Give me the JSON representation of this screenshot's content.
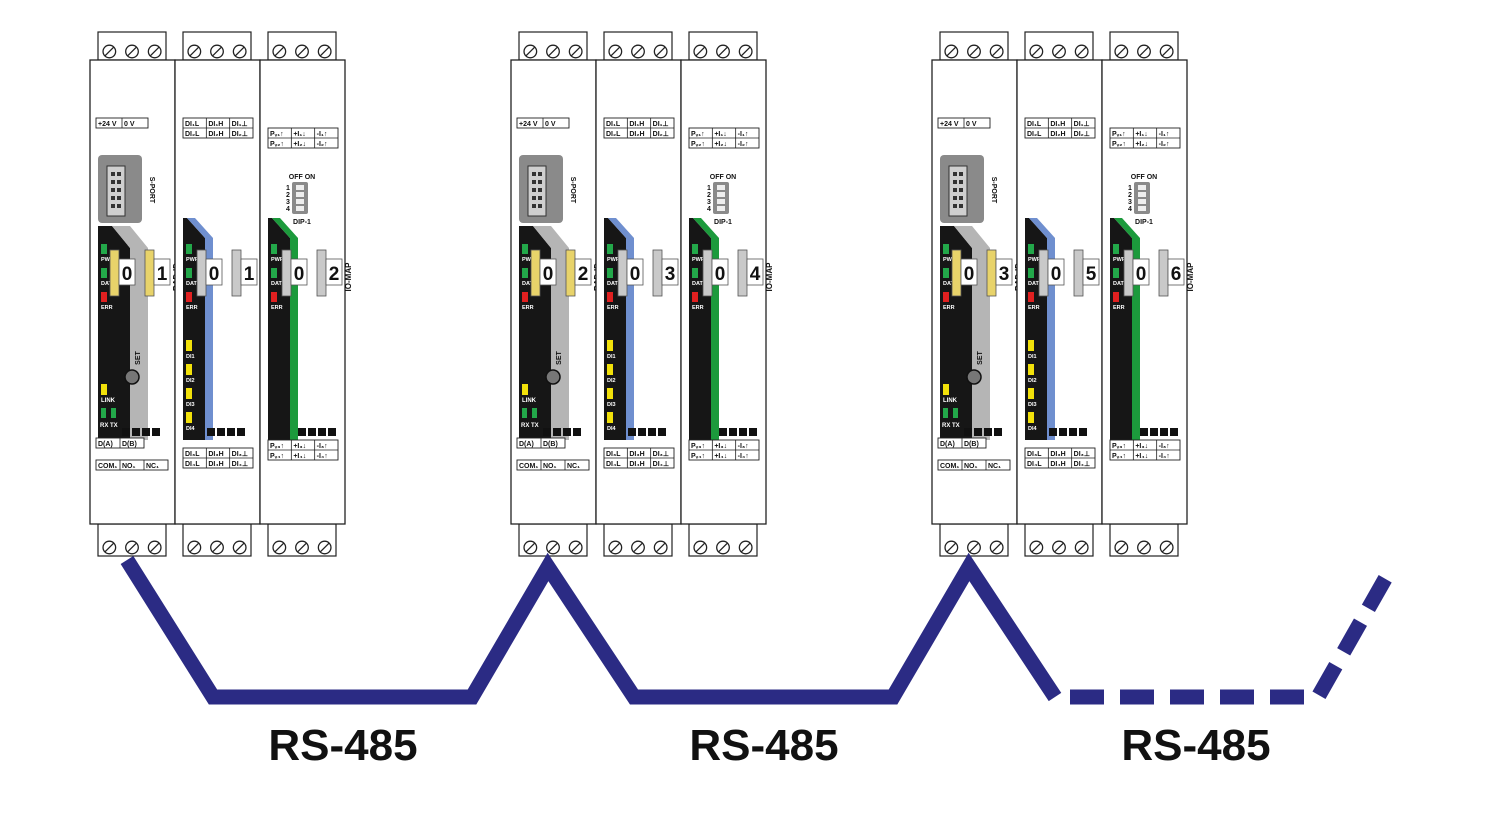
{
  "colors": {
    "cable": "#2b2b84",
    "blue_stripe": "#6f8fcf",
    "green_stripe": "#1c9a3c",
    "grey_stripe": "#b5b5b5",
    "panel": "#161616",
    "led_green": "#23a84a",
    "led_yellow": "#f2e10a",
    "led_red": "#e02020",
    "switch_yellow": "#e8d36a",
    "switch_grey": "#c9c9c9"
  },
  "cable_label": "RS-485",
  "stations": [
    {
      "power": {
        "top_row1": [
          "+24 V",
          "0 V"
        ],
        "port_label": "S-PORT",
        "leds": [
          "PWR",
          "DAT",
          "ERR"
        ],
        "rotary": [
          "0",
          "1"
        ],
        "rotary_label": "RAD-ID",
        "set_label": "SET",
        "link_label": "LINK",
        "rxtx_label": "RX TX",
        "bottom_row1": [
          "D(A)",
          "D(B)"
        ],
        "bottom_row2": [
          "COM₁",
          "NO₁",
          "NC₁"
        ]
      },
      "di": {
        "top_row1": [
          "DI₁L",
          "DI₁H",
          "DI₁⊥"
        ],
        "top_row2": [
          "DI₂L",
          "DI₂H",
          "DI₂⊥"
        ],
        "leds": [
          "PWR",
          "DAT",
          "ERR"
        ],
        "di_leds": [
          "DI1",
          "DI2",
          "DI3",
          "DI4"
        ],
        "rotary": [
          "0",
          "1"
        ],
        "rotary_label": "IO-MAP",
        "bottom_row1": [
          "DI₃L",
          "DI₃H",
          "DI₃⊥"
        ],
        "bottom_row2": [
          "DI₄L",
          "DI₄H",
          "DI₄⊥"
        ]
      },
      "ao": {
        "top_row1": [
          "Pᵥ₁↑",
          "+I₁↓",
          "-I₁↑"
        ],
        "top_row2": [
          "Pᵥ₂↑",
          "+I₂↓",
          "-I₂↑"
        ],
        "dip_header": "OFF ON",
        "dip_numbers": [
          "1",
          "2",
          "3",
          "4"
        ],
        "dip_label": "DIP-1",
        "leds": [
          "PWR",
          "DAT",
          "ERR"
        ],
        "rotary": [
          "0",
          "2"
        ],
        "rotary_label": "IO-MAP",
        "bottom_row1": [
          "Pᵥ₃↑",
          "+I₃↓",
          "-I₃↑"
        ],
        "bottom_row2": [
          "Pᵥ₄↑",
          "+I₄↓",
          "-I₄↑"
        ]
      }
    },
    {
      "power": {
        "top_row1": [
          "+24 V",
          "0 V"
        ],
        "port_label": "S-PORT",
        "leds": [
          "PWR",
          "DAT",
          "ERR"
        ],
        "rotary": [
          "0",
          "2"
        ],
        "rotary_label": "RAD-ID",
        "set_label": "SET",
        "link_label": "LINK",
        "rxtx_label": "RX TX",
        "bottom_row1": [
          "D(A)",
          "D(B)"
        ],
        "bottom_row2": [
          "COM₁",
          "NO₁",
          "NC₁"
        ]
      },
      "di": {
        "top_row1": [
          "DI₁L",
          "DI₁H",
          "DI₁⊥"
        ],
        "top_row2": [
          "DI₂L",
          "DI₂H",
          "DI₂⊥"
        ],
        "leds": [
          "PWR",
          "DAT",
          "ERR"
        ],
        "di_leds": [
          "DI1",
          "DI2",
          "DI3",
          "DI4"
        ],
        "rotary": [
          "0",
          "3"
        ],
        "rotary_label": "IO-MAP",
        "bottom_row1": [
          "DI₃L",
          "DI₃H",
          "DI₃⊥"
        ],
        "bottom_row2": [
          "DI₄L",
          "DI₄H",
          "DI₄⊥"
        ]
      },
      "ao": {
        "top_row1": [
          "Pᵥ₁↑",
          "+I₁↓",
          "-I₁↑"
        ],
        "top_row2": [
          "Pᵥ₂↑",
          "+I₂↓",
          "-I₂↑"
        ],
        "dip_header": "OFF ON",
        "dip_numbers": [
          "1",
          "2",
          "3",
          "4"
        ],
        "dip_label": "DIP-1",
        "leds": [
          "PWR",
          "DAT",
          "ERR"
        ],
        "rotary": [
          "0",
          "4"
        ],
        "rotary_label": "IO-MAP",
        "bottom_row1": [
          "Pᵥ₃↑",
          "+I₃↓",
          "-I₃↑"
        ],
        "bottom_row2": [
          "Pᵥ₄↑",
          "+I₄↓",
          "-I₄↑"
        ]
      }
    },
    {
      "power": {
        "top_row1": [
          "+24 V",
          "0 V"
        ],
        "port_label": "S-PORT",
        "leds": [
          "PWR",
          "DAT",
          "ERR"
        ],
        "rotary": [
          "0",
          "3"
        ],
        "rotary_label": "RAD-ID",
        "set_label": "SET",
        "link_label": "LINK",
        "rxtx_label": "RX TX",
        "bottom_row1": [
          "D(A)",
          "D(B)"
        ],
        "bottom_row2": [
          "COM₁",
          "NO₁",
          "NC₁"
        ]
      },
      "di": {
        "top_row1": [
          "DI₁L",
          "DI₁H",
          "DI₁⊥"
        ],
        "top_row2": [
          "DI₂L",
          "DI₂H",
          "DI₂⊥"
        ],
        "leds": [
          "PWR",
          "DAT",
          "ERR"
        ],
        "di_leds": [
          "DI1",
          "DI2",
          "DI3",
          "DI4"
        ],
        "rotary": [
          "0",
          "5"
        ],
        "rotary_label": "IO-MAP",
        "bottom_row1": [
          "DI₃L",
          "DI₃H",
          "DI₃⊥"
        ],
        "bottom_row2": [
          "DI₄L",
          "DI₄H",
          "DI₄⊥"
        ]
      },
      "ao": {
        "top_row1": [
          "Pᵥ₁↑",
          "+I₁↓",
          "-I₁↑"
        ],
        "top_row2": [
          "Pᵥ₂↑",
          "+I₂↓",
          "-I₂↑"
        ],
        "dip_header": "OFF ON",
        "dip_numbers": [
          "1",
          "2",
          "3",
          "4"
        ],
        "dip_label": "DIP-1",
        "leds": [
          "PWR",
          "DAT",
          "ERR"
        ],
        "rotary": [
          "0",
          "6"
        ],
        "rotary_label": "IO-MAP",
        "bottom_row1": [
          "Pᵥ₃↑",
          "+I₃↓",
          "-I₃↑"
        ],
        "bottom_row2": [
          "Pᵥ₄↑",
          "+I₄↓",
          "-I₄↑"
        ]
      }
    }
  ]
}
